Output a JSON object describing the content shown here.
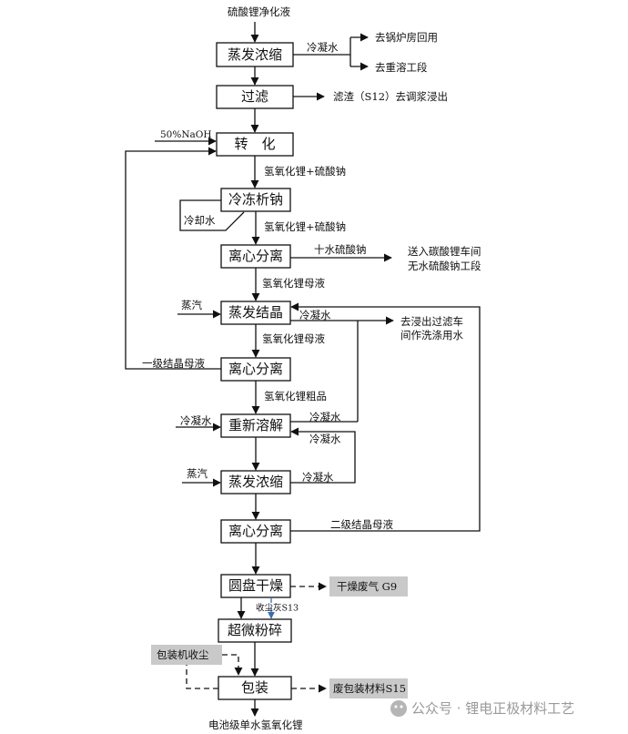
{
  "diagram": {
    "input": "硫酸锂净化液",
    "output": "电池级单水氢氧化锂",
    "steps": {
      "evap1": "蒸发浓缩",
      "filter": "过滤",
      "convert": "转　化",
      "freeze": "冷冻析钠",
      "cent1": "离心分离",
      "evapcryst": "蒸发结晶",
      "cent2": "离心分离",
      "redissolve": "重新溶解",
      "evap2": "蒸发浓缩",
      "cent3": "离心分离",
      "dry": "圆盘干燥",
      "mill": "超微粉碎",
      "pack": "包装"
    },
    "labels": {
      "condensate": "冷凝水",
      "to_boiler": "去锅炉房回用",
      "to_redissolve": "去重溶工段",
      "residue": "滤渣（S12）去调浆浸出",
      "naoh": "50%NaOH",
      "lioh_na2so4_1": "氢氧化锂+硫酸钠",
      "cooling_water": "冷却水",
      "lioh_na2so4_2": "氢氧化锂+硫酸钠",
      "glauber": "十水硫酸钠",
      "to_carbonate_1": "送入碳酸锂车间",
      "to_carbonate_2": "无水硫酸钠工段",
      "lioh_mother_1": "氢氧化锂母液",
      "steam_1": "蒸汽",
      "condensate_2": "冷凝水",
      "to_leach_1": "去浸出过滤车",
      "to_leach_2": "间作洗涤用水",
      "lioh_mother_2": "氢氧化锂母液",
      "primary_mother": "一级结晶母液",
      "crude": "氢氧化锂粗品",
      "condensate_3": "冷凝水",
      "condensate_4": "冷凝水",
      "condensate_5": "冷凝水",
      "steam_2": "蒸汽",
      "condensate_6": "冷凝水",
      "secondary_mother": "二级结晶母液",
      "dust": "收尘灰S13"
    },
    "emissions": {
      "dry_gas": "干燥废气 G9",
      "pack_dust": "包装机收尘",
      "waste_pack": "废包装材料S15"
    },
    "watermark": "公众号 · 锂电正极材料工艺"
  }
}
